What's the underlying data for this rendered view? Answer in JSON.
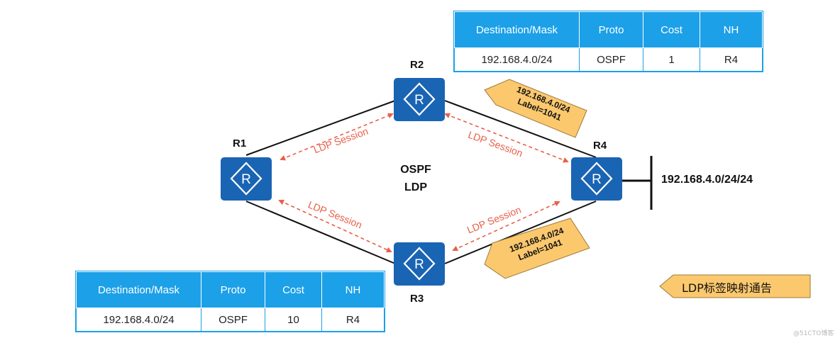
{
  "routers": [
    {
      "id": "r1",
      "label": "R1"
    },
    {
      "id": "r2",
      "label": "R2"
    },
    {
      "id": "r3",
      "label": "R3"
    },
    {
      "id": "r4",
      "label": "R4"
    }
  ],
  "router_icon_letter": "R",
  "center_labels": [
    "OSPF",
    "LDP"
  ],
  "network_label": "192.168.4.0/24/24",
  "session_label": "LDP Session",
  "label_flags": [
    {
      "line1": "192.168.4.0/24",
      "line2": "Label=1041"
    },
    {
      "line1": "192.168.4.0/24",
      "line2": "Label=1041"
    }
  ],
  "table_top": {
    "headers": [
      "Destination/Mask",
      "Proto",
      "Cost",
      "NH"
    ],
    "row": [
      "192.168.4.0/24",
      "OSPF",
      "1",
      "R4"
    ]
  },
  "table_bottom": {
    "headers": [
      "Destination/Mask",
      "Proto",
      "Cost",
      "NH"
    ],
    "row": [
      "192.168.4.0/24",
      "OSPF",
      "10",
      "R4"
    ]
  },
  "legend": {
    "text": "LDP标签映射通告"
  },
  "watermark": "@51CTO博客",
  "colors": {
    "router_fill": "#1a64b4",
    "table_header": "#1ca0e8",
    "session_arrow": "#e8604a",
    "flag_fill": "#fcc86e",
    "link": "#111111"
  }
}
